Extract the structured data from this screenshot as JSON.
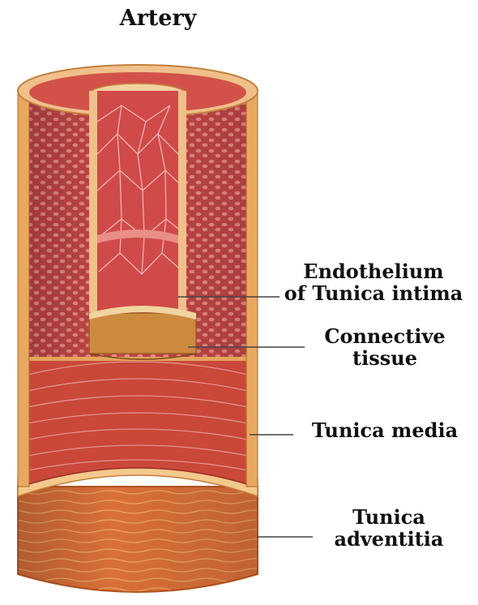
{
  "title": "Artery",
  "labels": {
    "endothelium_line1": "Endothelium",
    "endothelium_line2": "of Tunica intima",
    "connective_line1": "Connective",
    "connective_line2": "tissue",
    "media": "Tunica media",
    "adventitia_line1": "Tunica",
    "adventitia_line2": "adventitia"
  },
  "colors": {
    "adventitia": "#e07a3c",
    "adventitia_edge": "#f4c98c",
    "media": "#c9483a",
    "media_texture": "#e8a197",
    "intima": "#d04a4a",
    "endothelium_line": "#f1b5ac",
    "connective": "#cd8a3f",
    "cut_face": "#c44646",
    "leader": "#444444"
  }
}
